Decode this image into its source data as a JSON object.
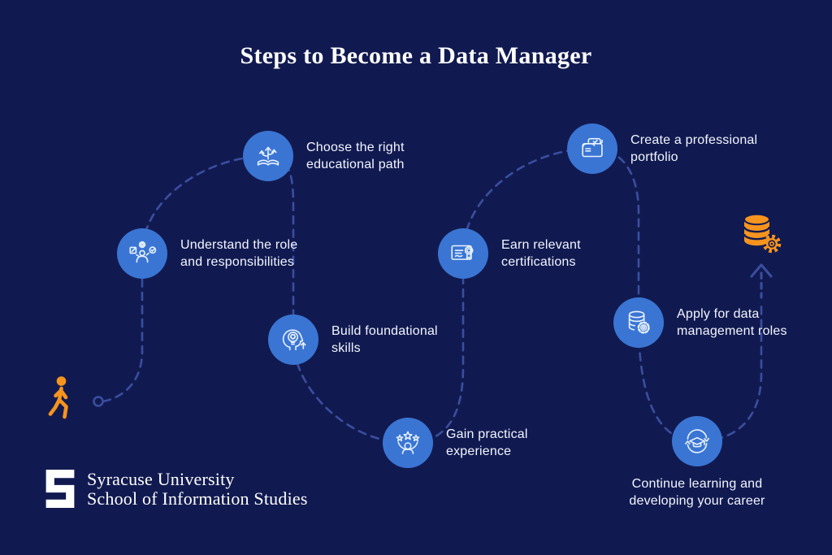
{
  "title": "Steps to Become a Data Manager",
  "steps": [
    {
      "name": "understand-role",
      "icon": "person-gear-check-icon",
      "line1": "Understand the role",
      "line2": "and responsibilities"
    },
    {
      "name": "educational-path",
      "icon": "book-branching-arrows-icon",
      "line1": "Choose the right",
      "line2": "educational path"
    },
    {
      "name": "foundational-skills",
      "icon": "head-gear-bulb-icon",
      "line1": "Build foundational",
      "line2": "skills"
    },
    {
      "name": "practical-experience",
      "icon": "person-stars-icon",
      "line1": "Gain practical",
      "line2": "experience"
    },
    {
      "name": "certifications",
      "icon": "certificate-ribbon-icon",
      "line1": "Earn relevant",
      "line2": "certifications"
    },
    {
      "name": "portfolio",
      "icon": "folder-documents-check-icon",
      "line1": "Create a professional",
      "line2": "portfolio"
    },
    {
      "name": "apply-roles",
      "icon": "database-gear-icon",
      "line1": "Apply for data",
      "line2": "management roles"
    },
    {
      "name": "continue-learning",
      "icon": "graduation-cap-cycle-icon",
      "line1": "Continue learning and",
      "line2": "developing your career"
    }
  ],
  "journey": {
    "start_icon": "walking-person-icon",
    "goal_icon": "database-gear-goal-icon"
  },
  "logo": {
    "mark": "block-s",
    "org": "Syracuse University",
    "school": "School of Information Studies"
  },
  "colors": {
    "background": "#111A50",
    "node_blue": "#3A75D4",
    "path_blue": "#3A4EA0",
    "icon_stroke": "#E8F1FD",
    "accent_orange": "#F7941E",
    "text": "#FFFFFF"
  }
}
